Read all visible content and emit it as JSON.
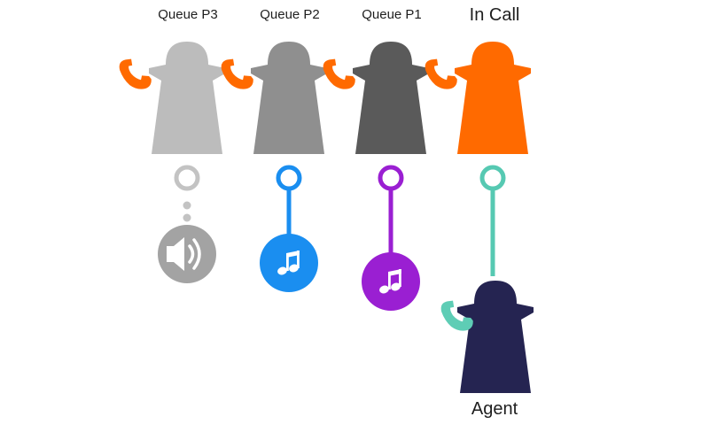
{
  "colors": {
    "queue_p3": "#bcbcbc",
    "queue_p2": "#8f8f8f",
    "queue_p1": "#5a5a5a",
    "in_call": "#ff6a00",
    "agent": "#252451",
    "phone_orange": "#ff6a00",
    "phone_teal": "#5ecdb5",
    "connector_p3": "#c3c3c3",
    "connector_p2": "#1a8ef0",
    "connector_p1": "#9a1fd2",
    "connector_call": "#56c9b2",
    "badge_speaker": "#a3a3a3",
    "badge_music_p2": "#1a8ef0",
    "badge_music_p1": "#9a1fd2"
  },
  "callers": [
    {
      "label": "Queue P3",
      "state": "queued",
      "badge_icon": "speaker-icon",
      "connector": "dotted"
    },
    {
      "label": "Queue P2",
      "state": "queued",
      "badge_icon": "music-note-icon",
      "connector": "solid"
    },
    {
      "label": "Queue P1",
      "state": "queued",
      "badge_icon": "music-note-icon",
      "connector": "solid"
    },
    {
      "label": "In Call",
      "state": "connected",
      "badge_icon": "none",
      "connector": "solid"
    }
  ],
  "agent": {
    "label": "Agent",
    "icon": "phone-icon"
  }
}
